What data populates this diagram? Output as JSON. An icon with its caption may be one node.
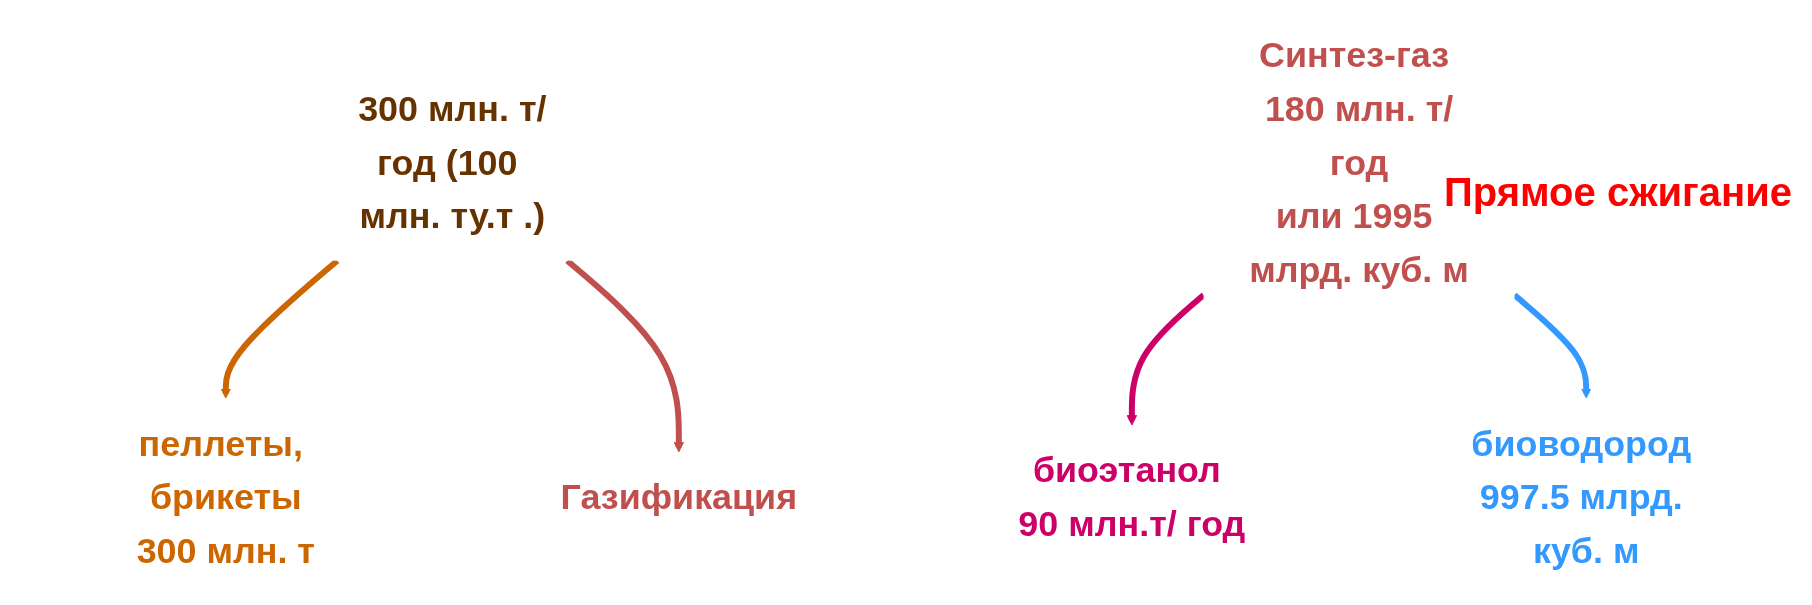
{
  "diagram": {
    "nodes": [
      {
        "text": [
          "300 млн. т/год (100 млн. ту.т .)"
        ]
      },
      {
        "text": [
          "пеллеты, брикеты",
          "300 млн. т"
        ]
      },
      {
        "text": [
          "Газификация"
        ]
      },
      {
        "text": [
          "Синтез-газ 180 млн. т/год",
          "или 1995 млрд. куб. м"
        ]
      },
      {
        "text": [
          "биоэтанол 90 млн.т/ год"
        ]
      },
      {
        "text": [
          "биоводород 997.5 млрд. куб. м"
        ]
      }
    ],
    "edges": [
      {
        "from": 0,
        "to": 1,
        "arrow": "to",
        "color": "#cc6600"
      },
      {
        "from": 0,
        "to": 2,
        "arrow": "to",
        "color": "#c0504d"
      },
      {
        "from": 3,
        "to": 4,
        "arrow": "to",
        "color": "#cc0066"
      },
      {
        "from": 3,
        "to": 5,
        "arrow": "to",
        "color": "#3399ff"
      }
    ],
    "labels": [
      "Прямое сжигание"
    ]
  }
}
